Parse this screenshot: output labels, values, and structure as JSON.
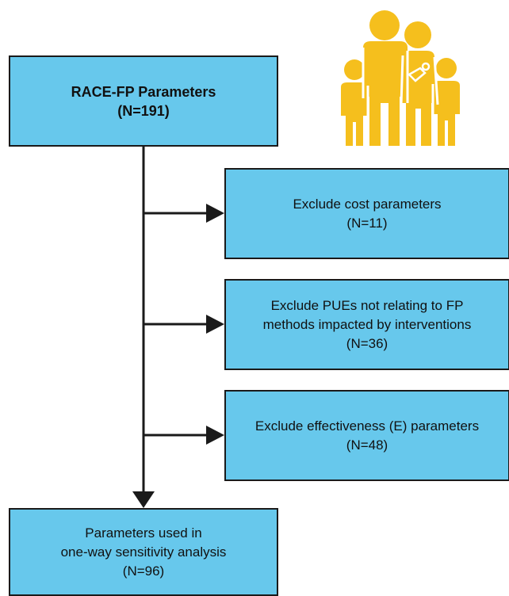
{
  "boxes": {
    "top": {
      "line1": "RACE-FP Parameters",
      "line2": "(N=191)"
    },
    "cost": {
      "line1": "Exclude cost parameters",
      "line2": "(N=11)"
    },
    "pue": {
      "line1": "Exclude PUEs not relating to FP",
      "line2": "methods impacted by interventions",
      "line3": "(N=36)"
    },
    "effectiveness": {
      "line1": "Exclude effectiveness (E) parameters",
      "line2": "(N=48)"
    },
    "bottom": {
      "line1": "Parameters used in",
      "line2": "one-way sensitivity analysis",
      "line3": "(N=96)"
    }
  },
  "colors": {
    "box_fill": "#67c8ec",
    "icon": "#f5bf1d",
    "line": "#1a1a1a"
  },
  "icon": "family-icon"
}
